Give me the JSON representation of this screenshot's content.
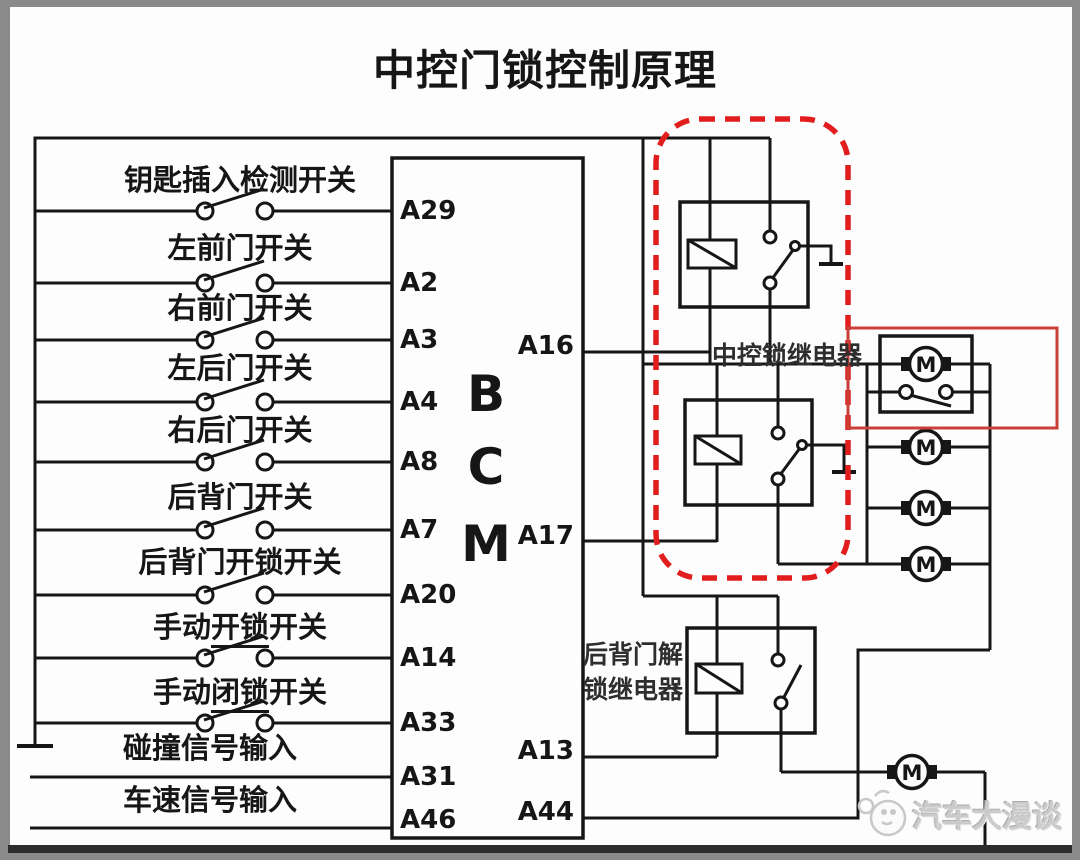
{
  "title": "中控门锁控制原理",
  "inputs": {
    "switches": [
      {
        "pre": "钥匙插入检测开关",
        "u": "",
        "post": ""
      },
      {
        "pre": "左前门开关",
        "u": "",
        "post": ""
      },
      {
        "pre": "右前门开关",
        "u": "",
        "post": ""
      },
      {
        "pre": "左后门开关",
        "u": "",
        "post": ""
      },
      {
        "pre": "右后门开关",
        "u": "",
        "post": ""
      },
      {
        "pre": "后背门开关",
        "u": "",
        "post": ""
      },
      {
        "pre": "后背门开锁开关",
        "u": "",
        "post": ""
      },
      {
        "pre": "手动",
        "u": "开锁",
        "post": "开关"
      },
      {
        "pre": "手动",
        "u": "闭锁",
        "post": "开关"
      }
    ],
    "signals": [
      "碰撞信号输入",
      "车速信号输入"
    ]
  },
  "bcm": {
    "letters": [
      "B",
      "C",
      "M"
    ],
    "left_pins": [
      "A29",
      "A2",
      "A3",
      "A4",
      "A8",
      "A7",
      "A20",
      "A14",
      "A33",
      "A31",
      "A46"
    ],
    "right_pins": [
      "A16",
      "A17",
      "A13",
      "A44"
    ]
  },
  "relays": {
    "central_lock": "中控锁继电器",
    "tailgate_line1": "后背门解",
    "tailgate_line2": "锁继电器"
  },
  "motor_letter": "M",
  "watermark": "汽车大漫谈",
  "colors": {
    "wire": "#161616",
    "dashed_annotation": "#e11d1d",
    "solid_annotation": "#c94039"
  }
}
